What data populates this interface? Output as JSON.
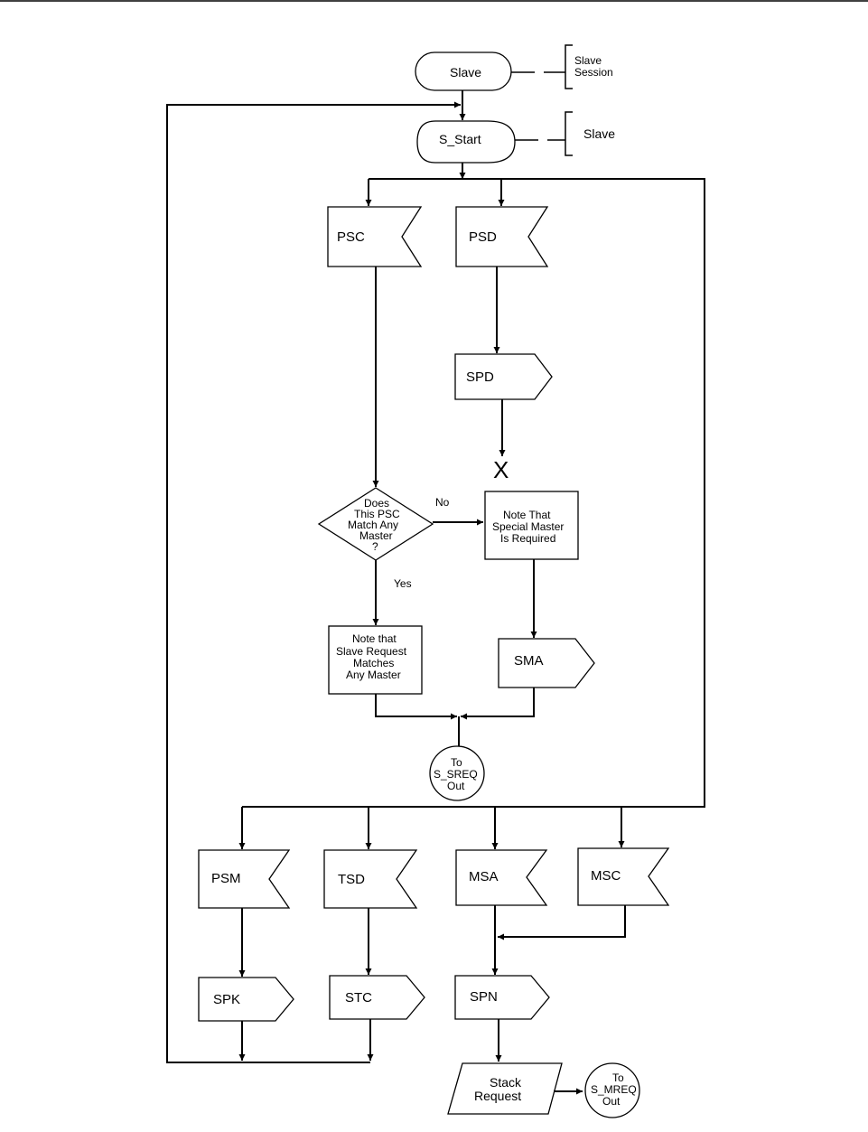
{
  "labels": {
    "slave": "Slave",
    "slave_session_1": "Slave",
    "slave_session_2": "Session",
    "s_start": "S_Start",
    "slave_note": "Slave",
    "psc": "PSC",
    "psd": "PSD",
    "spd": "SPD",
    "x_mark": "X",
    "decision": [
      "Does",
      "This PSC",
      "Match Any",
      "Master",
      "?"
    ],
    "no": "No",
    "yes": "Yes",
    "note_special": [
      "Note That",
      "Special Master",
      "Is Required"
    ],
    "note_any": [
      "Note that",
      "Slave Request",
      "Matches",
      "Any Master"
    ],
    "sma": "SMA",
    "to_sreq": [
      "To",
      "S_SREQ",
      "Out"
    ],
    "psm": "PSM",
    "tsd": "TSD",
    "msa": "MSA",
    "msc": "MSC",
    "spk": "SPK",
    "stc": "STC",
    "spn": "SPN",
    "stack_request": [
      "Stack",
      "Request"
    ],
    "to_mreq": [
      "To",
      "S_MREQ",
      "Out"
    ]
  }
}
